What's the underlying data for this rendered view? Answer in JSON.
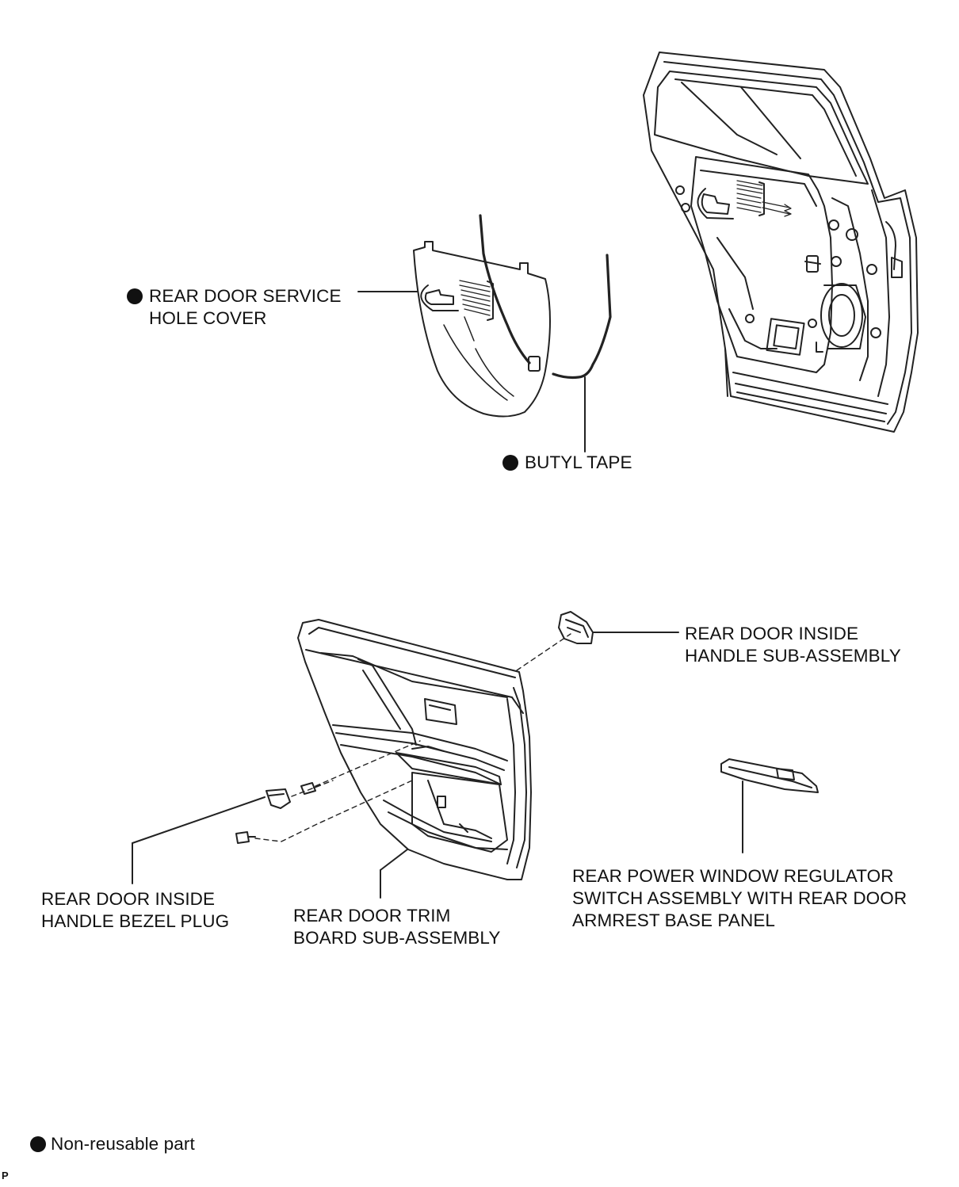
{
  "labels": {
    "service_hole_cover": [
      "REAR DOOR SERVICE",
      "HOLE COVER"
    ],
    "butyl_tape": "BUTYL TAPE",
    "inside_handle": [
      "REAR DOOR INSIDE",
      "HANDLE SUB-ASSEMBLY"
    ],
    "window_switch": [
      "REAR POWER WINDOW REGULATOR",
      "SWITCH ASSEMBLY WITH REAR DOOR",
      "ARMREST BASE PANEL"
    ],
    "bezel_plug": [
      "REAR DOOR INSIDE",
      "HANDLE BEZEL PLUG"
    ],
    "trim_board": [
      "REAR DOOR TRIM",
      "BOARD SUB-ASSEMBLY"
    ]
  },
  "legend": {
    "non_reusable": "Non-reusable part"
  },
  "corner_mark": "P",
  "colors": {
    "line": "#111111",
    "background": "#ffffff"
  }
}
